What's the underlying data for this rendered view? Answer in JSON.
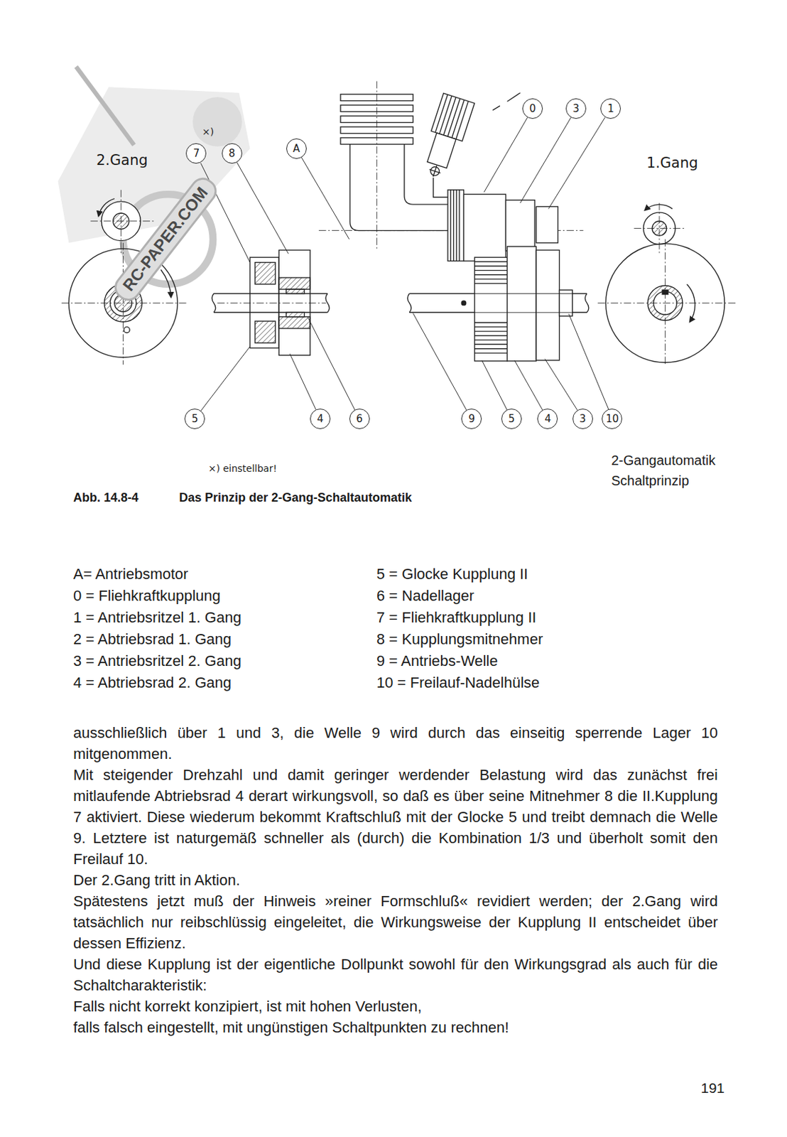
{
  "diagram": {
    "caption": "Das Prinzip der 2-Gang-Schaltautomatik",
    "nodes": [
      {
        "text": [
          "0"
        ]
      },
      {
        "text": [
          "3"
        ]
      },
      {
        "text": [
          "1"
        ]
      },
      {
        "text": [
          "A"
        ]
      },
      {
        "text": [
          "7"
        ]
      },
      {
        "text": [
          "8"
        ]
      },
      {
        "text": [
          "5"
        ]
      },
      {
        "text": [
          "4"
        ]
      },
      {
        "text": [
          "6"
        ]
      },
      {
        "text": [
          "9"
        ]
      },
      {
        "text": [
          "5"
        ]
      },
      {
        "text": [
          "4"
        ]
      },
      {
        "text": [
          "3"
        ]
      },
      {
        "text": [
          "10"
        ]
      }
    ],
    "labels": [
      "×)",
      "2.Gang",
      "1.Gang",
      "RC-PAPER.COM",
      "×) einstellbar!",
      "Abb. 14.8-4",
      "2-Gangautomatik Schaltprinzip",
      "A= Antriebsmotor",
      "5 = Glocke Kupplung II",
      "0 = Fliehkraftkupplung",
      "6 = Nadellager",
      "1 = Antriebsritzel 1. Gang",
      "7 = Fliehkraftkupplung II",
      "2 = Abtriebsrad 1. Gang",
      "8 = Kupplungsmitnehmer",
      "3 = Antriebsritzel 2. Gang",
      "9 = Antriebs-Welle",
      "4 = Abtriebsrad 2. Gang",
      "10 = Freilauf-Nadelhülse",
      "ausschließlich über 1 und 3, die Welle 9 wird durch das einseitig sperrende Lager 10 mitgenommen.",
      "Mit steigender Drehzahl und damit geringer werdender Belastung wird das zunächst frei mitlaufende Abtriebsrad 4 derart wirkungsvoll, so daß es über seine Mitnehmer 8 die II.Kupplung 7 aktiviert. Diese wiederum bekommt Kraftschluß mit der Glocke 5 und treibt demnach die Welle 9. Letztere ist naturgemäß schneller als (durch) die Kombination 1/3 und überholt somit den Freilauf 10.",
      "Der 2.Gang tritt in Aktion.",
      "Spätestens jetzt muß der Hinweis »reiner Formschluß« revidiert werden; der 2.Gang wird tatsächlich nur reibschlüssig eingeleitet, die Wirkungsweise der Kupplung II entscheidet über dessen Effizienz.",
      "Und diese Kupplung ist der eigentliche Dollpunkt sowohl für den Wirkungsgrad als auch für die Schaltcharakteristik:",
      "Falls nicht korrekt konzipiert, ist mit hohen Verlusten,",
      "falls falsch eingestellt, mit ungünstigen Schaltpunkten zu rechnen!",
      "191"
    ]
  }
}
